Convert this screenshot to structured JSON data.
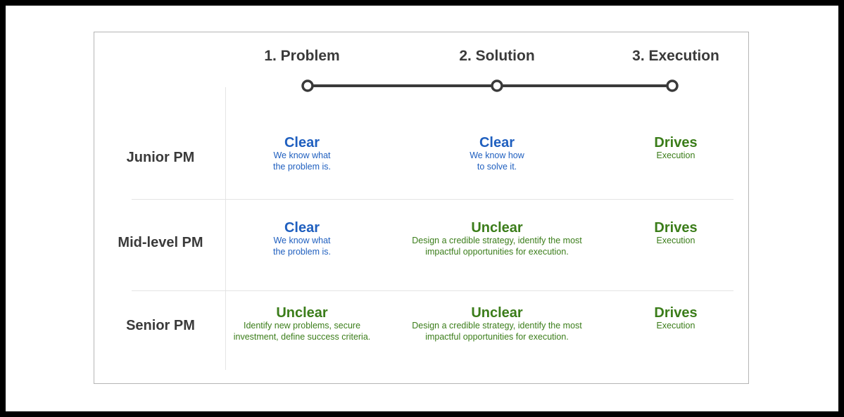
{
  "colors": {
    "clear": "#1f5fbf",
    "unclear": "#3b7d1a",
    "heading": "#3a3a3a",
    "timeline": "#3a3a3a",
    "divider": "#e4e4e4"
  },
  "stages": [
    {
      "label": "1. Problem"
    },
    {
      "label": "2. Solution"
    },
    {
      "label": "3. Execution"
    }
  ],
  "rows": [
    {
      "label": "Junior PM",
      "cells": [
        {
          "title": "Clear",
          "status": "clear",
          "desc": [
            "We know what",
            "the problem is."
          ]
        },
        {
          "title": "Clear",
          "status": "clear",
          "desc": [
            "We know how",
            "to solve it."
          ]
        },
        {
          "title": "Drives",
          "status": "unclear",
          "desc": [
            "Execution"
          ]
        }
      ]
    },
    {
      "label": "Mid-level PM",
      "cells": [
        {
          "title": "Clear",
          "status": "clear",
          "desc": [
            "We know what",
            "the problem is."
          ]
        },
        {
          "title": "Unclear",
          "status": "unclear",
          "desc": [
            "Design a credible strategy, identify the most",
            "impactful opportunities for execution."
          ]
        },
        {
          "title": "Drives",
          "status": "unclear",
          "desc": [
            "Execution"
          ]
        }
      ]
    },
    {
      "label": "Senior PM",
      "cells": [
        {
          "title": "Unclear",
          "status": "unclear",
          "desc": [
            "Identify new problems, secure",
            "investment, define success criteria."
          ]
        },
        {
          "title": "Unclear",
          "status": "unclear",
          "desc": [
            "Design a credible strategy, identify the most",
            "impactful opportunities for execution."
          ]
        },
        {
          "title": "Drives",
          "status": "unclear",
          "desc": [
            "Execution"
          ]
        }
      ]
    }
  ]
}
